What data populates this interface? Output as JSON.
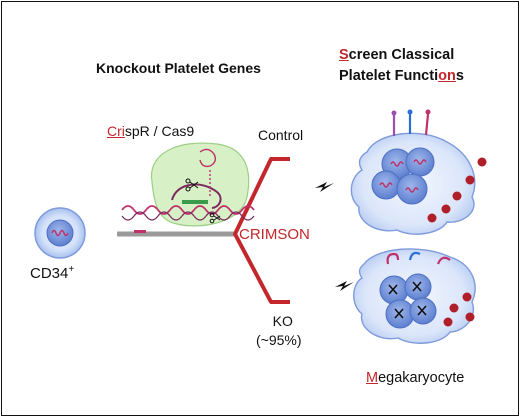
{
  "heading_left": "Knockout Platelet Genes",
  "heading_right": {
    "line1_first": "S",
    "line1_rest": "creen Classical",
    "line2_a": "Platelet Functi",
    "line2_b": "on",
    "line2_c": "s"
  },
  "crispr": {
    "part1": "Cri",
    "part2": "spR / Cas9"
  },
  "cell_label": "CD34",
  "cell_label_sup": "+",
  "branch_top": "Control",
  "branch_center": "CRIMSON",
  "branch_bottom": {
    "line1": "KO",
    "line2": "(~95%)"
  },
  "cell_type": {
    "first": "M",
    "rest": "egakaryocyte"
  },
  "colors": {
    "accent_red": "#c3262b",
    "cell_blue": "#6f8ed9",
    "cell_fill": "#d8e6fb",
    "connector_gray": "#9a9a9a",
    "complex_green": "#d7f0c6",
    "dna_magenta": "#c0306a"
  },
  "icons": [
    "cd34-cell-icon",
    "crispr-cas9-complex-icon",
    "megakaryocyte-control-icon",
    "megakaryocyte-ko-icon",
    "lightning-bolt-icon"
  ]
}
